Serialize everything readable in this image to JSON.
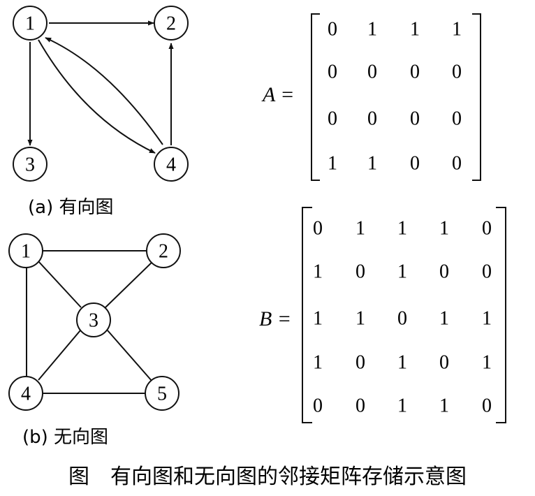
{
  "directed": {
    "caption": "(a) 有向图",
    "nodes": [
      "1",
      "2",
      "3",
      "4"
    ],
    "matrix_name": "A =",
    "matrix": [
      [
        "0",
        "1",
        "1",
        "1"
      ],
      [
        "0",
        "0",
        "0",
        "0"
      ],
      [
        "0",
        "0",
        "0",
        "0"
      ],
      [
        "1",
        "1",
        "0",
        "0"
      ]
    ]
  },
  "undirected": {
    "caption": "(b) 无向图",
    "nodes": [
      "1",
      "2",
      "3",
      "4",
      "5"
    ],
    "matrix_name": "B =",
    "matrix": [
      [
        "0",
        "1",
        "1",
        "1",
        "0"
      ],
      [
        "1",
        "0",
        "1",
        "0",
        "0"
      ],
      [
        "1",
        "1",
        "0",
        "1",
        "1"
      ],
      [
        "1",
        "0",
        "1",
        "0",
        "1"
      ],
      [
        "0",
        "0",
        "1",
        "1",
        "0"
      ]
    ]
  },
  "figure_caption": "图　有向图和无向图的邻接矩阵存储示意图"
}
